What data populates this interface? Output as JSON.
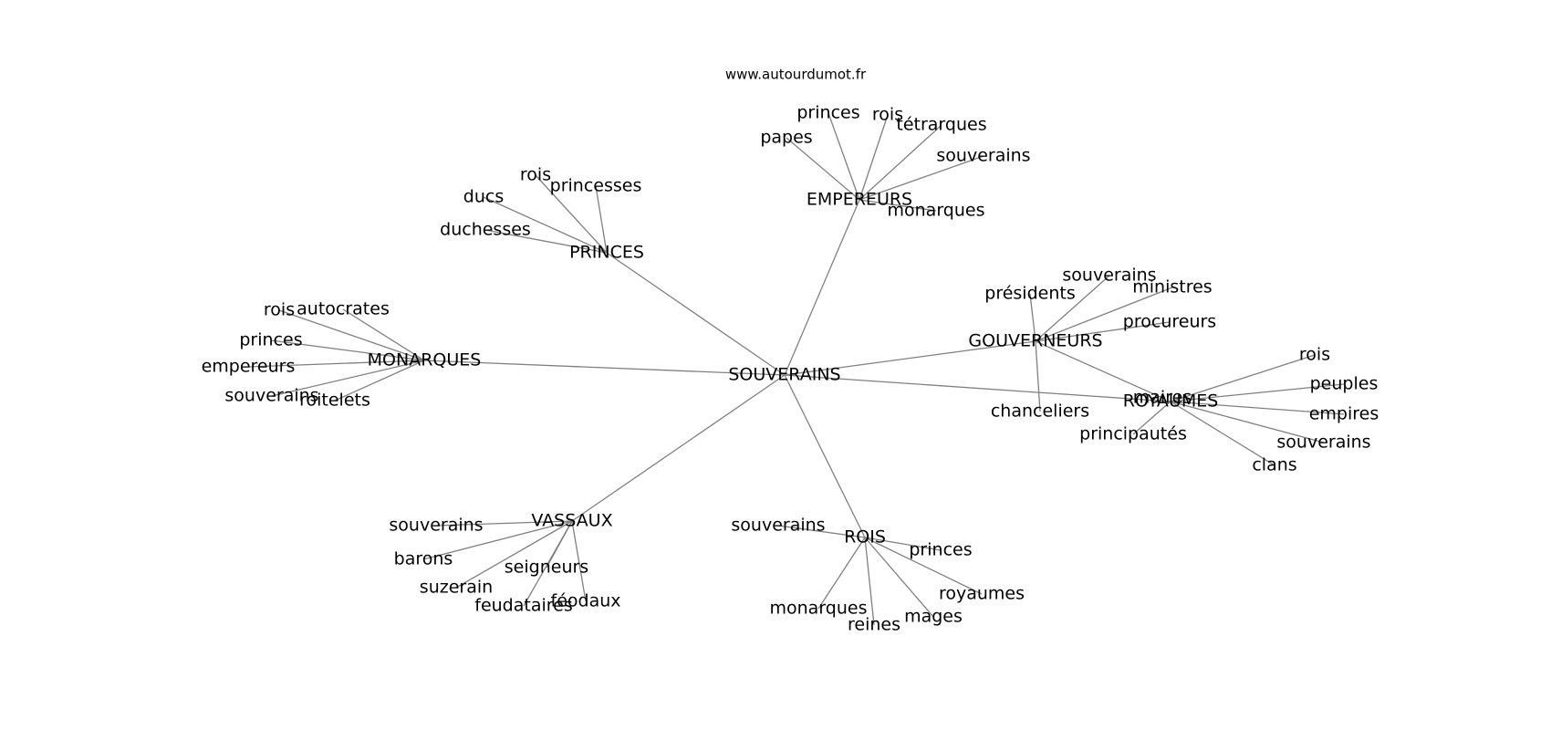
{
  "site": "www.autourdumot.fr",
  "center": "SOUVERAINS",
  "clusters": [
    {
      "id": "empereurs",
      "label": "EMPEREURS",
      "leaves": [
        "princes",
        "rois",
        "tétrarques",
        "papes",
        "souverains",
        "monarques"
      ]
    },
    {
      "id": "princes",
      "label": "PRINCES",
      "leaves": [
        "rois",
        "princesses",
        "ducs",
        "duchesses"
      ]
    },
    {
      "id": "monarques",
      "label": "MONARQUES",
      "leaves": [
        "rois",
        "autocrates",
        "princes",
        "empereurs",
        "souverains",
        "roitelets"
      ]
    },
    {
      "id": "gouverneurs",
      "label": "GOUVERNEURS",
      "leaves": [
        "souverains",
        "présidents",
        "ministres",
        "procureurs",
        "maires",
        "chanceliers"
      ]
    },
    {
      "id": "royaumes",
      "label": "ROYAUMES",
      "leaves": [
        "rois",
        "peuples",
        "empires",
        "souverains",
        "clans",
        "principautés"
      ]
    },
    {
      "id": "vassaux",
      "label": "VASSAUX",
      "leaves": [
        "souverains",
        "barons",
        "seigneurs",
        "suzerain",
        "féodaux",
        "feudataires"
      ]
    },
    {
      "id": "rois",
      "label": "ROIS",
      "leaves": [
        "souverains",
        "princes",
        "royaumes",
        "monarques",
        "mages",
        "reines"
      ]
    }
  ]
}
